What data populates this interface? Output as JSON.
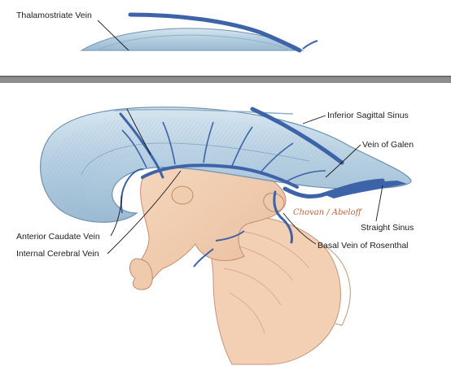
{
  "labels": {
    "thalamostriate_vein": "Thalamostriate Vein",
    "inferior_sagittal_sinus": "Inferior Sagittal Sinus",
    "vein_of_galen": "Vein of Galen",
    "straight_sinus": "Straight Sinus",
    "basal_vein_of_rosenthal": "Basal Vein of Rosenthal",
    "anterior_caudate_vein": "Anterior Caudate Vein",
    "internal_cerebral_vein": "Internal Cerebral Vein"
  },
  "signature": "Chovan / Abeloff",
  "colors": {
    "vein_blue": "#3d63a8",
    "ventricle_blue": "#bcd4e4",
    "tissue_beige": "#efc9aa",
    "divider_gray": "#8d8d8d"
  }
}
